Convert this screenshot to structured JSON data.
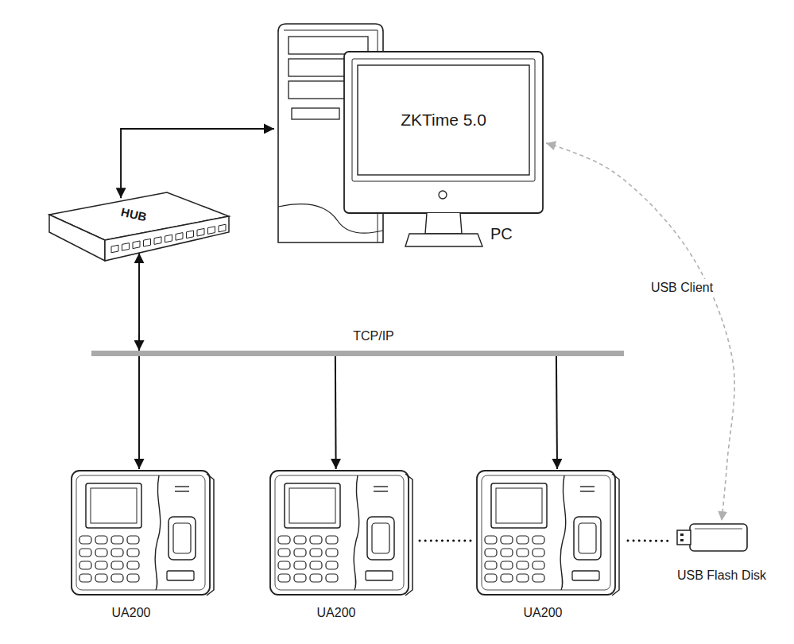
{
  "diagram": {
    "nodes": [
      {
        "text": [
          "ZKTime 5.0",
          "PC"
        ]
      },
      {
        "text": [
          "HUB"
        ]
      },
      {
        "text": [
          "TCP/IP"
        ]
      },
      {
        "text": [
          "UA200"
        ]
      },
      {
        "text": [
          "UA200"
        ]
      },
      {
        "text": [
          "UA200"
        ]
      },
      {
        "text": [
          "USB Flash Disk"
        ]
      }
    ],
    "edges": [
      {
        "from": 1,
        "to": 0,
        "arrow": "both"
      },
      {
        "from": 1,
        "to": 2,
        "arrow": "both"
      },
      {
        "from": 2,
        "to": 3,
        "arrow": "to"
      },
      {
        "from": 2,
        "to": 4,
        "arrow": "to"
      },
      {
        "from": 2,
        "to": 5,
        "arrow": "to"
      },
      {
        "from": 4,
        "to": 5,
        "arrow": "none"
      },
      {
        "from": 5,
        "to": 6,
        "arrow": "none"
      },
      {
        "from": 0,
        "to": 6,
        "label": "USB Client",
        "arrow": "both"
      }
    ]
  }
}
